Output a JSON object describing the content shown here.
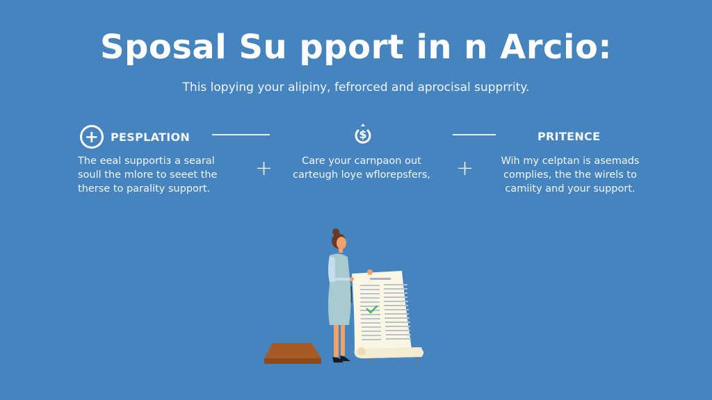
{
  "header": {
    "title": "Sposal Su pport in n Arcio:",
    "subtitle": "This lopying your alipiny, fefrorced and aprocisal supprrity."
  },
  "columns": [
    {
      "icon": "plus-circle-icon",
      "heading": "PESPLATION",
      "lines": [
        "The eeal supportiз a searal",
        "soull the mlore to seeet the",
        "therse to parality support."
      ]
    },
    {
      "icon": "dollar-cycle-icon",
      "heading": "",
      "lines": [
        "Care your carnpaon out",
        "carteugh loye wflorepsfers,"
      ]
    },
    {
      "icon": "",
      "heading": "PRITENCE",
      "lines": [
        "Wih my celptan is asemads",
        "complies, the the wirels to",
        "camiity and your support."
      ]
    }
  ],
  "separators": {
    "plus_symbol": "+"
  },
  "colors": {
    "background": "#4684c0",
    "text": "#ffffff",
    "skirt": "#a8cbcf",
    "blouse": "#c6dcf1",
    "skin": "#f0a26a",
    "hair": "#6b3a26",
    "paper": "#fbf6e4",
    "paper_lines": "#a7b5c2",
    "check": "#4caf64",
    "box": "#a65a24"
  },
  "illustration": {
    "description": "woman-presenting-document"
  }
}
